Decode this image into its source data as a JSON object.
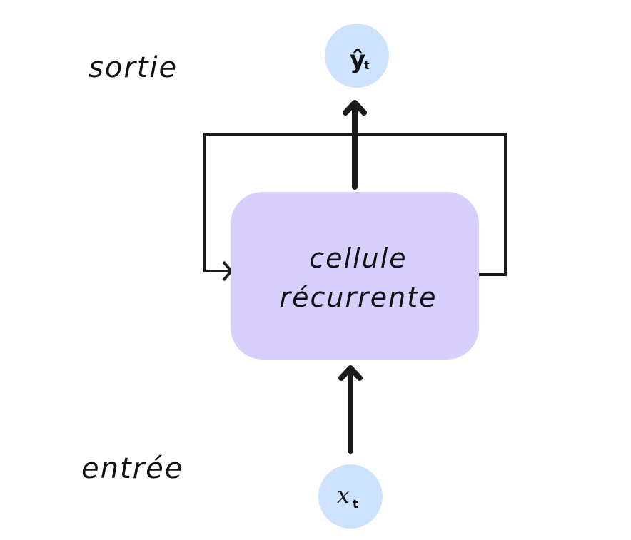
{
  "labels": {
    "output": "sortie",
    "input": "entrée"
  },
  "cell": {
    "line1": "cellule",
    "line2": "récurrente"
  },
  "nodes": {
    "output_symbol": "ŷ",
    "output_sub": "t",
    "input_symbol": "x",
    "input_sub": "t"
  },
  "colors": {
    "cell_fill": "#d8cfff",
    "node_fill": "#cce2fd",
    "stroke": "#1a1a1a"
  }
}
